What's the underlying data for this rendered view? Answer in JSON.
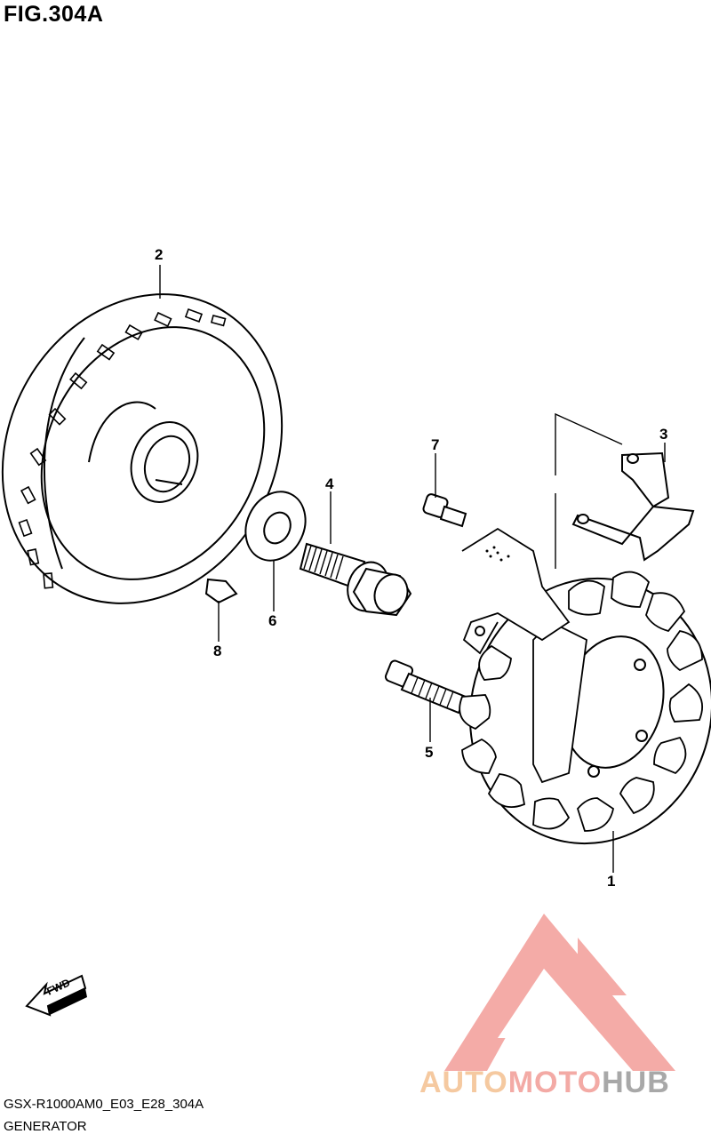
{
  "figure": {
    "title": "FIG.304A",
    "code": "GSX-R1000AM0_E03_E28_304A",
    "name": "GENERATOR"
  },
  "callouts": [
    {
      "id": "1",
      "label": "1"
    },
    {
      "id": "2",
      "label": "2"
    },
    {
      "id": "3",
      "label": "3"
    },
    {
      "id": "4",
      "label": "4"
    },
    {
      "id": "5",
      "label": "5"
    },
    {
      "id": "6",
      "label": "6"
    },
    {
      "id": "7",
      "label": "7"
    },
    {
      "id": "8",
      "label": "8"
    }
  ],
  "fwd_arrow": {
    "label": "FWD",
    "icon": "fwd-arrow-icon"
  },
  "watermark": {
    "part_a": "AUTO",
    "part_b": "MOTO",
    "part_c": "HUB",
    "colors": {
      "auto": "#f5c9a0",
      "moto": "#f3aaa5",
      "hub": "#a8a8a8",
      "logo": "#f19a96"
    }
  }
}
